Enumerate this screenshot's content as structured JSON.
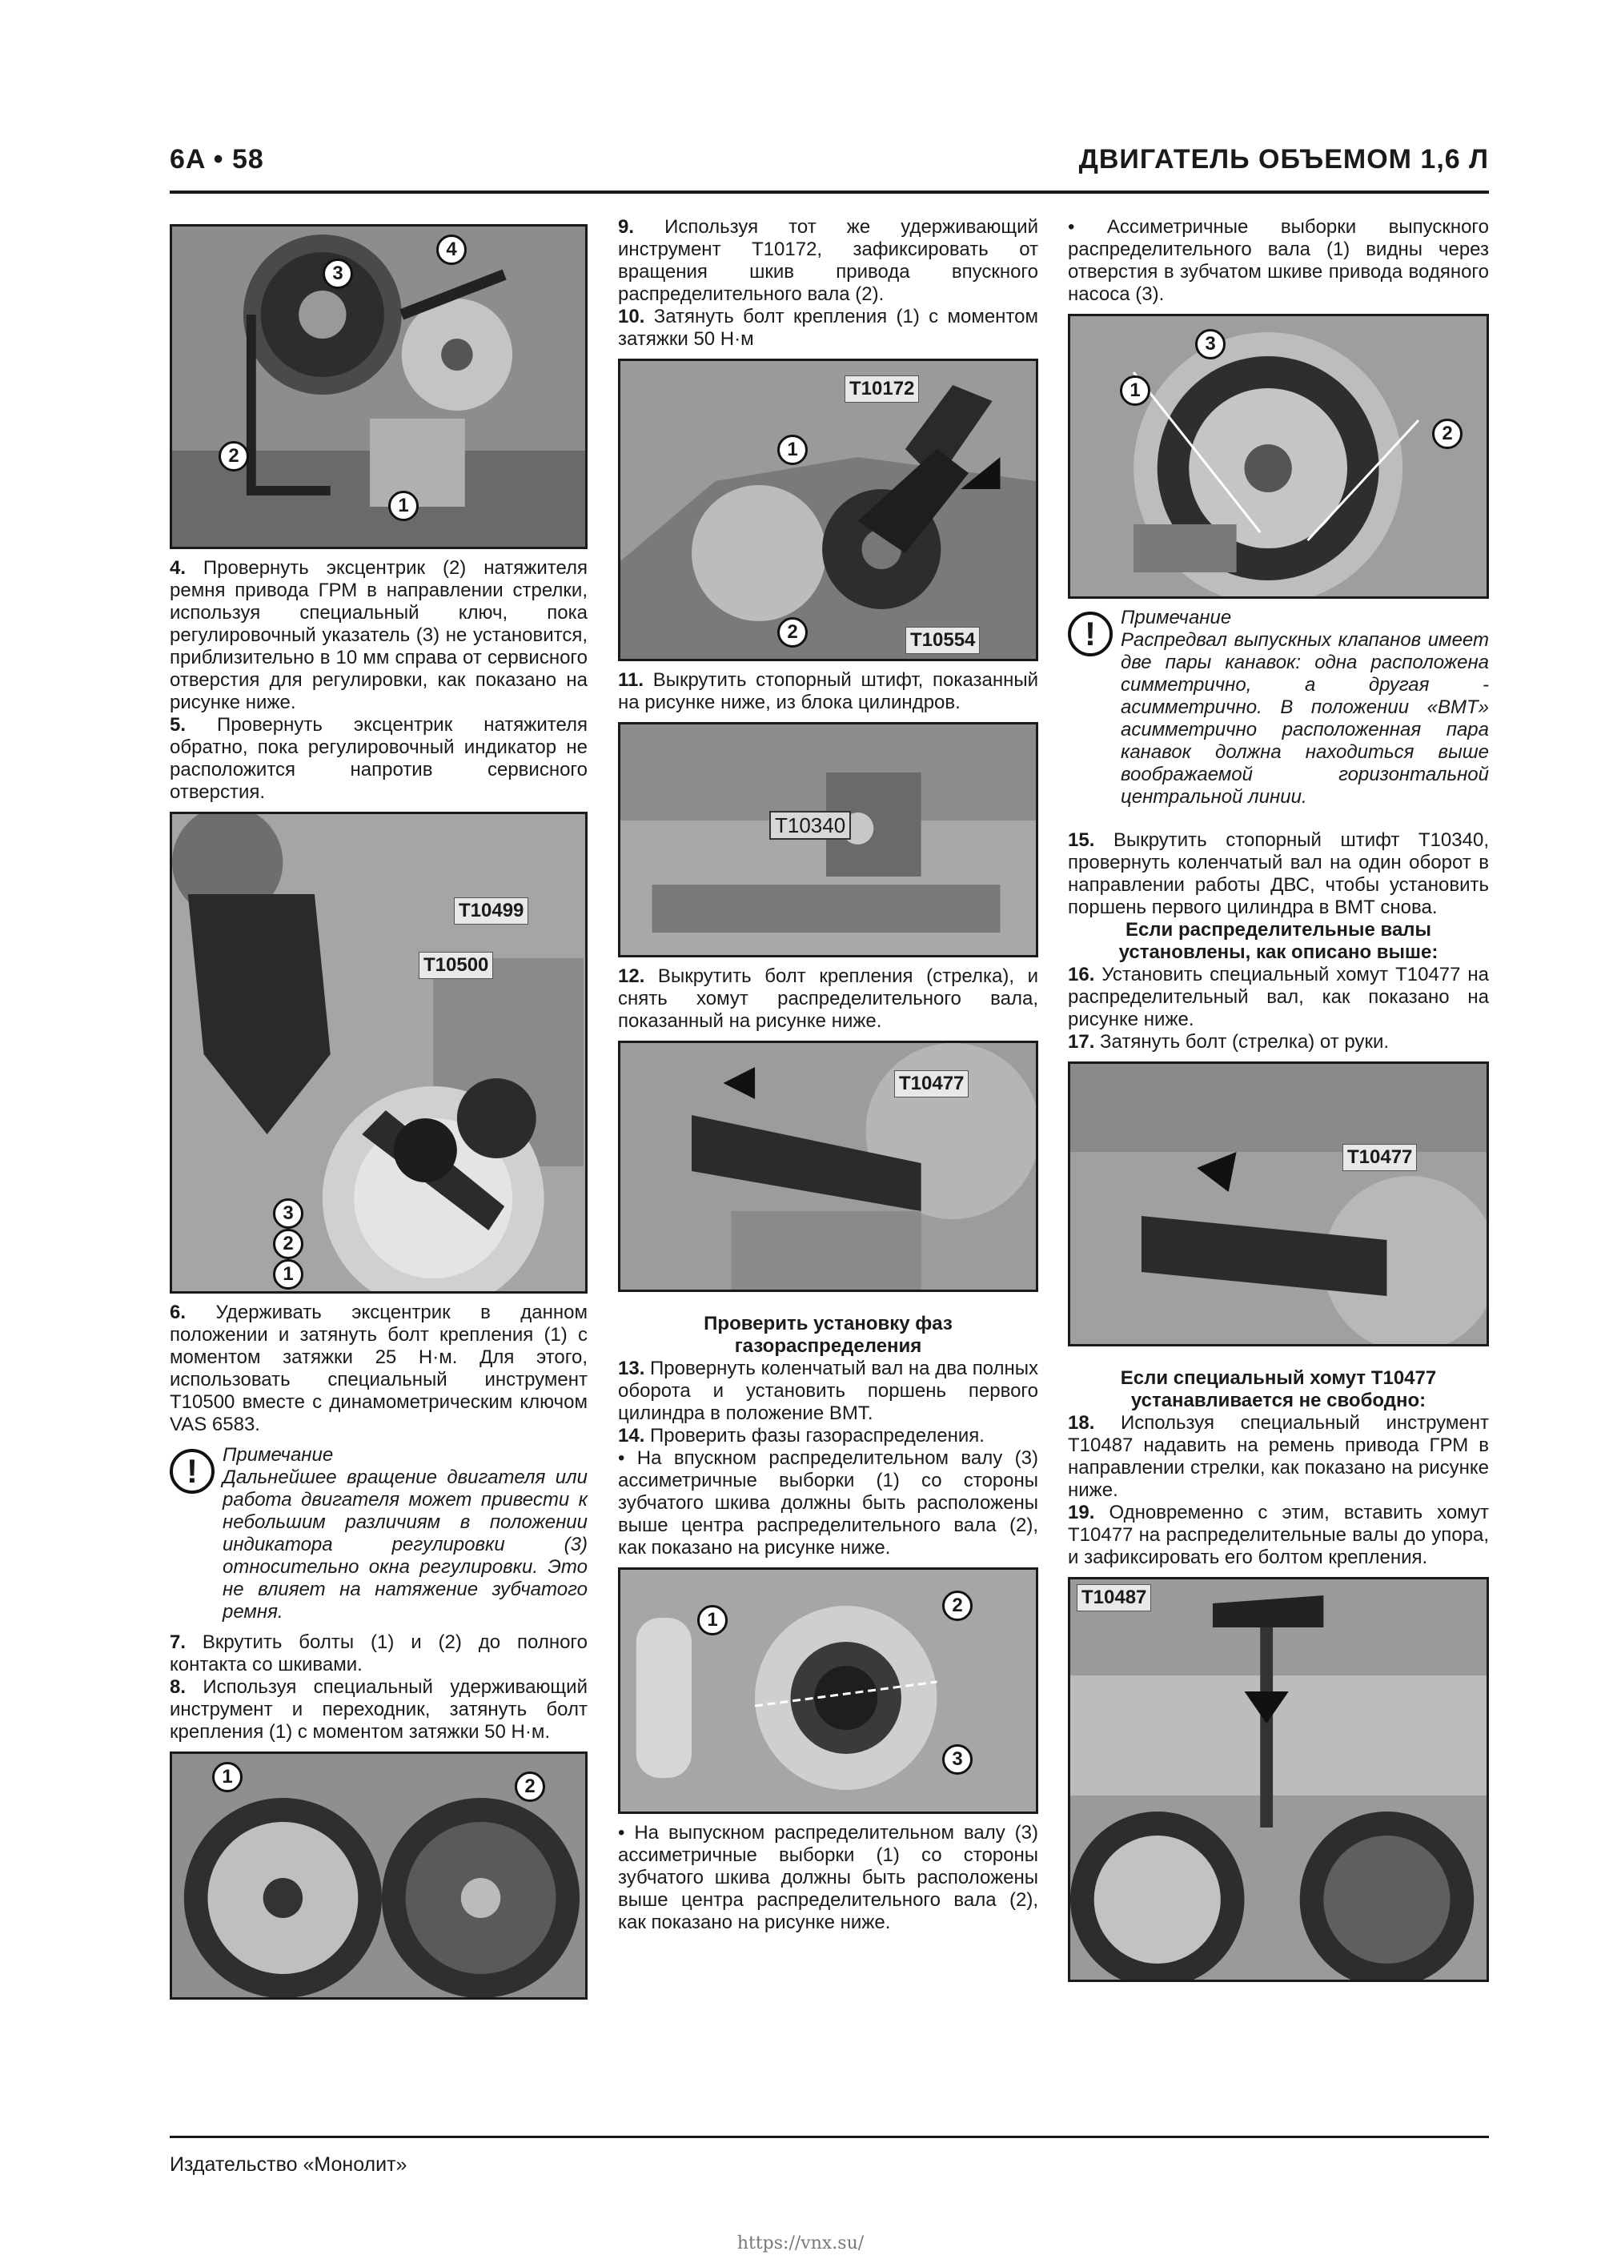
{
  "header": {
    "left": "6A • 58",
    "right": "ДВИГАТЕЛЬ ОБЪЕМОМ 1,6 Л"
  },
  "footer": {
    "publisher": "Издательство «Монолит»",
    "url": "https://vnx.su/"
  },
  "callouts": {
    "c1": "1",
    "c2": "2",
    "c3": "3",
    "c4": "4"
  },
  "tools": {
    "t10172": "T10172",
    "t10554": "T10554",
    "t10499": "T10499",
    "t10500": "T10500",
    "t10340": "T10340",
    "t10477": "T10477",
    "t10487": "T10487"
  },
  "col1": {
    "p4_num": "4.",
    "p4_text": " Провернуть эксцентрик (2) натяжителя ремня привода ГРМ в направлении стрелки, используя специальный ключ, пока регулировочный указатель (3) не установится, приблизительно в 10 мм справа от сервисного отверстия для регулировки, как показано на рисунке ниже.",
    "p5_num": "5.",
    "p5_text": " Провернуть эксцентрик натяжителя обратно, пока регулировочный индикатор не расположится напротив сервисного отверстия.",
    "p6_num": "6.",
    "p6_text": " Удерживать эксцентрик в данном положении и затянуть болт крепления (1) с моментом затяжки 25 Н·м. Для этого, использовать специальный инструмент T10500 вместе с динамометрическим ключом VAS 6583.",
    "note_title": "Примечание",
    "note_text": "Дальнейшее вращение двигателя или работа двигателя может привести к небольшим различиям в положении индикатора регулировки (3) относительно окна регулировки. Это не влияет на натяжение зубчатого ремня.",
    "p7_num": "7.",
    "p7_text": " Вкрутить болты (1) и (2) до полного контакта со шкивами.",
    "p8_num": "8.",
    "p8_text": " Используя специальный удерживающий инструмент и переходник, затянуть болт крепления (1) с моментом затяжки 50 Н·м."
  },
  "col2": {
    "p9_num": "9.",
    "p9_text": " Используя тот же удерживающий инструмент T10172, зафиксировать от вращения шкив привода впускного распределительного вала (2).",
    "p10_num": "10.",
    "p10_text": " Затянуть болт крепления (1) с моментом затяжки 50 Н·м",
    "p11_num": "11.",
    "p11_text": " Выкрутить стопорный штифт, показанный на рисунке ниже, из блока цилиндров.",
    "p12_num": "12.",
    "p12_text": " Выкрутить болт крепления (стрелка), и снять хомут распределительного вала, показанный на рисунке ниже.",
    "section_title": "Проверить установку фаз газораспределения",
    "p13_num": "13.",
    "p13_text": " Провернуть коленчатый вал на два полных оборота и установить поршень первого цилиндра в положение ВМТ.",
    "p14_num": "14.",
    "p14_text": " Проверить фазы газораспределения.",
    "b1_text": "На впускном распределительном валу (3) ассиметричные выборки (1) со стороны зубчатого шкива должны быть расположены выше центра распределительного вала (2), как показано на рисунке ниже.",
    "b2_text": "На выпускном распределительном валу (3) ассиметричные выборки (1) со стороны зубчатого шкива должны быть расположены выше центра распределительного вала (2), как показано на рисунке ниже."
  },
  "col3": {
    "b3_text": "Ассиметричные выборки выпускного распределительного вала (1) видны через отверстия в зубчатом шкиве привода водяного насоса (3).",
    "note_title": "Примечание",
    "note_text": "Распредвал выпускных клапанов имеет две пары канавок: одна расположена симметрично, а другая - асимметрично. В положении «ВМТ» асимметрично расположенная пара канавок должна находиться выше воображаемой горизонтальной центральной линии.",
    "p15_num": "15.",
    "p15_text": " Выкрутить стопорный штифт T10340, провернуть коленчатый вал на один оборот в направлении работы ДВС, чтобы установить поршень первого цилиндра в ВМТ снова.",
    "cond1": "Если распределительные валы установлены, как описано выше:",
    "p16_num": "16.",
    "p16_text": " Установить специальный хомут T10477 на распределительный вал, как показано на рисунке ниже.",
    "p17_num": "17.",
    "p17_text": " Затянуть болт (стрелка) от руки.",
    "cond2": "Если специальный хомут T10477 устанавливается не свободно:",
    "p18_num": "18.",
    "p18_text": " Используя специальный инструмент T10487 надавить на ремень привода ГРМ в направлении стрелки, как показано на рисунке ниже.",
    "p19_num": "19.",
    "p19_text": " Одновременно с этим, вставить хомут T10477 на распределительные валы до упора, и зафиксировать его болтом крепления."
  }
}
